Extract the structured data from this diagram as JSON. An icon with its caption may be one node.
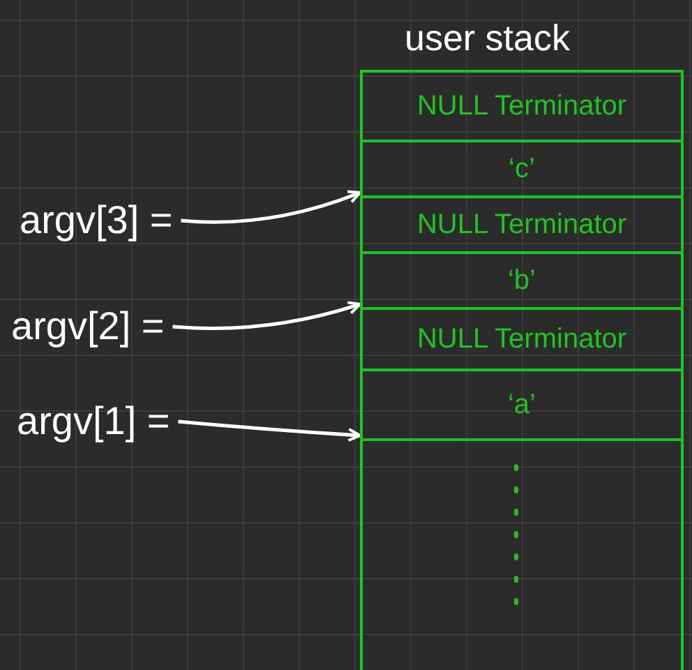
{
  "diagram": {
    "nodes": [
      {
        "text": [
          "user stack"
        ]
      },
      {
        "text": [
          "NULL Terminator"
        ],
        "in": 0
      },
      {
        "text": [
          "‘c’"
        ],
        "in": 0
      },
      {
        "text": [
          "NULL Terminator"
        ],
        "in": 0
      },
      {
        "text": [
          "‘b’"
        ],
        "in": 0
      },
      {
        "text": [
          "NULL Terminator"
        ],
        "in": 0
      },
      {
        "text": [
          "‘a’"
        ],
        "in": 0
      },
      {
        "text": [
          "argv[3] ="
        ]
      },
      {
        "text": [
          "argv[2] ="
        ]
      },
      {
        "text": [
          "argv[1] ="
        ]
      }
    ],
    "edges": [
      {
        "from": 7,
        "to": 2,
        "arrow": "to"
      },
      {
        "from": 8,
        "to": 4,
        "arrow": "to"
      },
      {
        "from": 9,
        "to": 6,
        "arrow": "to"
      }
    ]
  }
}
